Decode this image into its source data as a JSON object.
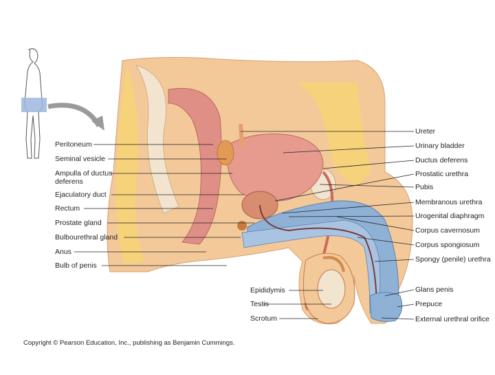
{
  "labels_right": [
    "Ureter",
    "Urinary bladder",
    "Ductus deferens",
    "Prostatic urethra",
    "Pubis",
    "Membranous urethra",
    "Urogenital diaphragm",
    "Corpus cavernosum",
    "Corpus spongiosum",
    "Spongy (penile) urethra",
    "Glans penis",
    "Prepuce",
    "External urethral orifice"
  ],
  "labels_left": [
    "Peritoneum",
    "Seminal vesicle",
    "Ampulla of ductus deferens",
    "Ejaculatory duct",
    "Rectum",
    "Prostate gland",
    "Bulbourethral gland",
    "Anus",
    "Bulb of penis"
  ],
  "labels_bottom": [
    "Epididymis",
    "Testis",
    "Scrotum"
  ],
  "copyright": "Copyright © Pearson Education, Inc., publishing as Benjamin Cummings.",
  "colors": {
    "skin": "#f3c99a",
    "fat": "#f6d27a",
    "tissue_pink": "#e8a39a",
    "bladder": "#e79b8f",
    "rectum": "#e08f86",
    "erectile_blue": "#8fb1d6",
    "bone": "#f2e4cf",
    "leader": "#222222"
  }
}
